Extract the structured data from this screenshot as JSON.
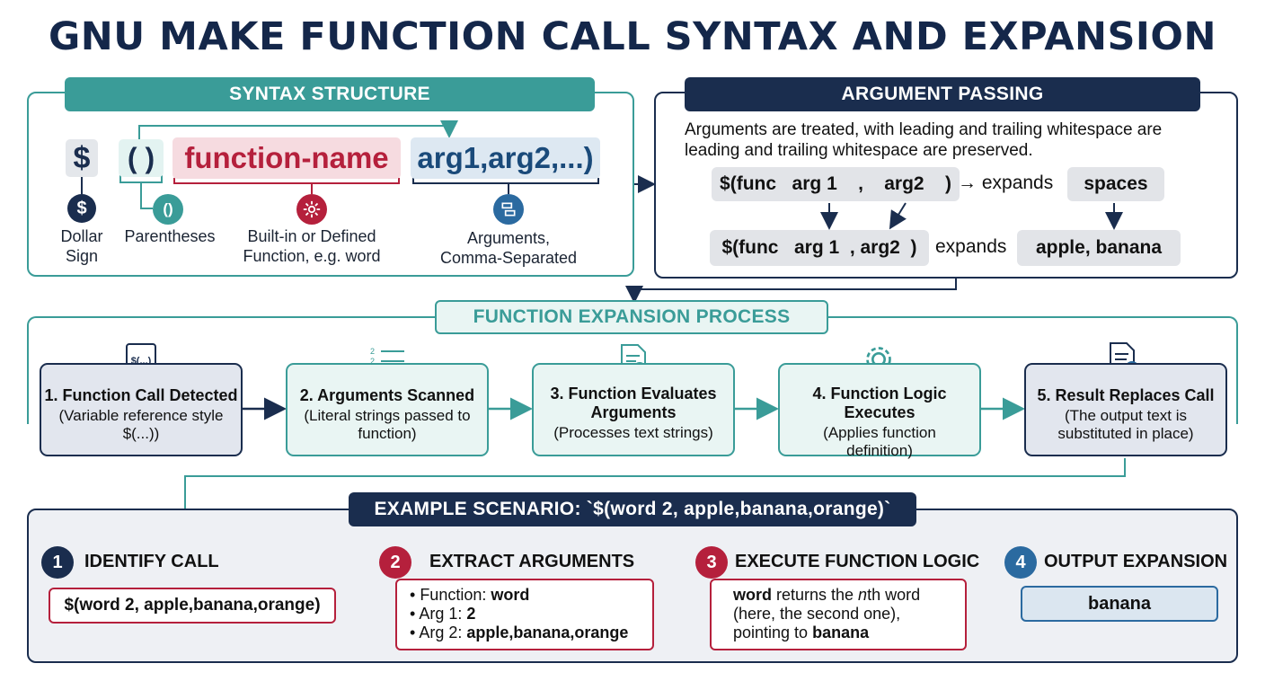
{
  "title": "GNU MAKE FUNCTION CALL SYNTAX AND EXPANSION",
  "syntax": {
    "banner": "SYNTAX STRUCTURE",
    "dollar": "$",
    "parens": "(  )",
    "fname": "function-name",
    "args": "arg1,arg2,...)",
    "parens_icon": "()",
    "cap_dollar": "Dollar\nSign",
    "cap_parens": "Parentheses",
    "cap_fname": "Built-in or Defined\nFunction, e.g. word",
    "cap_args": "Arguments,\nComma-Separated"
  },
  "argpass": {
    "banner": "ARGUMENT PASSING",
    "desc": "Arguments are treated, with leading and trailing whitespace are\nleading and trailing whitespace are preserved.",
    "row1_call": "$(func   arg 1    ,    arg2    )",
    "row1_arrow": "→ expands",
    "row1_result": "spaces",
    "row2_call": "$(func   arg 1  , arg2  )",
    "row2_expands": "expands",
    "row2_result": "apple, banana"
  },
  "process": {
    "banner": "FUNCTION EXPANSION PROCESS",
    "icon1_text": "$(...)",
    "steps": [
      {
        "title": "1. Function Call Detected",
        "desc": "(Variable reference style\n$(...))"
      },
      {
        "title": "2. Arguments Scanned",
        "desc": "(Literal strings passed to\nfunction)"
      },
      {
        "title": "3. Function Evaluates\nArguments",
        "desc": "(Processes text strings)"
      },
      {
        "title": "4. Function Logic\nExecutes",
        "desc": "(Applies function\ndefinition)"
      },
      {
        "title": "5. Result Replaces Call",
        "desc": "(The output text is\nsubstituted in place)"
      }
    ]
  },
  "example": {
    "banner": "EXAMPLE SCENARIO: `$(word 2, apple,banana,orange)`",
    "s1_num": "1",
    "s1_title": "IDENTIFY CALL",
    "s1_call": "$(word 2, apple,banana,orange)",
    "s2_num": "2",
    "s2_title": "EXTRACT ARGUMENTS",
    "s2_fn_label": "Function: ",
    "s2_fn_value": "word",
    "s2_a1_label": "Arg 1: ",
    "s2_a1_value": "2",
    "s2_a2_label": "Arg 2: ",
    "s2_a2_value": "apple,banana,orange",
    "s3_num": "3",
    "s3_title": "EXECUTE FUNCTION LOGIC",
    "s3_l1_bold": "word",
    "s3_l1_rest": " returns the ",
    "s3_l1_nth": "n",
    "s3_l1_end": "th word",
    "s3_l2": "(here, the second one),",
    "s3_l3_pre": "pointing to ",
    "s3_l3_bold": "banana",
    "s4_num": "4",
    "s4_title": "OUTPUT EXPANSION",
    "s4_result": "banana"
  },
  "colors": {
    "teal": "#3a9c98",
    "navy": "#1a2d4e",
    "crimson": "#b5203c",
    "blue": "#2b6aa0"
  }
}
